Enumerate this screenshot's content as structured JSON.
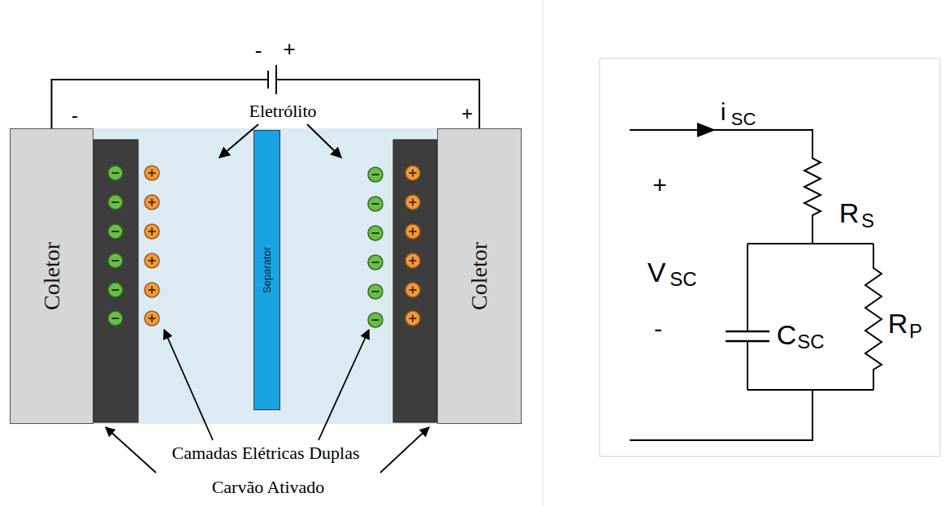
{
  "diagram": {
    "nodes": [
      {
        "text": [
          "Coletor"
        ]
      },
      {
        "text": [
          "Separator"
        ]
      },
      {
        "text": [
          "Coletor"
        ]
      }
    ],
    "edges": [
      {
        "from": 0,
        "to": 2,
        "arrow": "none"
      }
    ],
    "labels": [
      "-",
      "+",
      "-",
      "+",
      "Eletrólito",
      "Camadas Elétricas Duplas",
      "Carvão Ativado",
      "i",
      "SC",
      "+",
      "V",
      "SC",
      "-",
      "R",
      "S",
      "C",
      "SC",
      "R",
      "P"
    ]
  }
}
